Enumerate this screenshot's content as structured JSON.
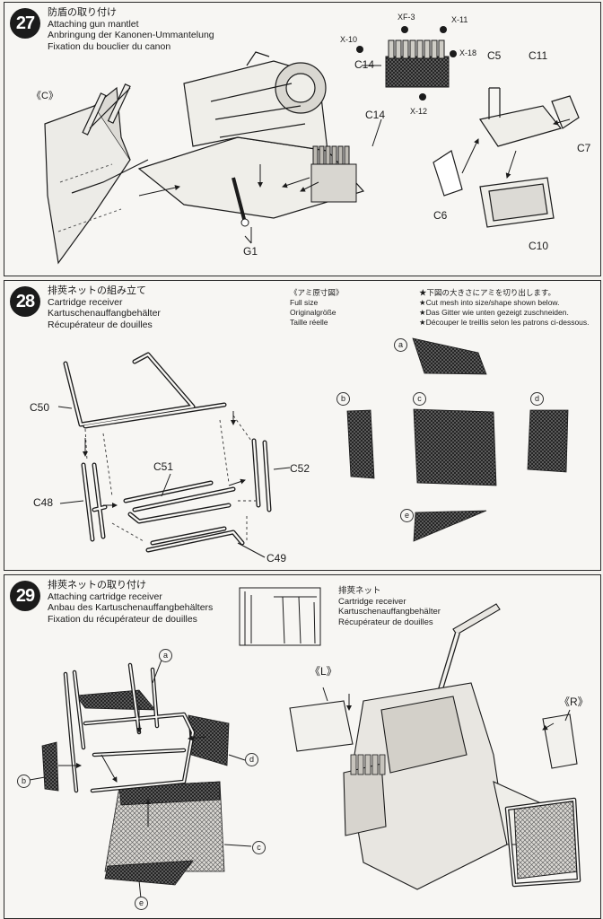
{
  "step27": {
    "number": "27",
    "title_jp": "防盾の取り付け",
    "title_en": "Attaching gun mantlet",
    "title_de": "Anbringung der Kanonen-Ummantelung",
    "title_fr": "Fixation du bouclier du canon",
    "labels": {
      "c": "《C》",
      "g1": "G1",
      "c14a": "C14",
      "c14b": "C14",
      "c5": "C5",
      "c11": "C11",
      "c7": "C7",
      "c6": "C6",
      "c10": "C10",
      "xf3": "XF-3",
      "x11": "X-11",
      "x10": "X-10",
      "x18": "X-18",
      "x12": "X-12"
    }
  },
  "step28": {
    "number": "28",
    "title_jp": "排莢ネットの組み立て",
    "title_en": "Cartridge receiver",
    "title_de": "Kartuschenauffangbehälter",
    "title_fr": "Récupérateur de douilles",
    "fullsize": {
      "jp": "《アミ原寸図》",
      "en": "Full size",
      "de": "Originalgröße",
      "fr": "Taille réelle"
    },
    "notes": [
      "★下図の大きさにアミを切り出します。",
      "★Cut mesh into size/shape shown below.",
      "★Das Gitter wie unten gezeigt zuschneiden.",
      "★Découper le treillis selon les patrons ci-dessous."
    ],
    "labels": {
      "c50": "C50",
      "c51": "C51",
      "c52": "C52",
      "c48": "C48",
      "c49": "C49"
    },
    "mesh_letters": [
      "a",
      "b",
      "c",
      "d",
      "e"
    ]
  },
  "step29": {
    "number": "29",
    "title_jp": "排莢ネットの取り付け",
    "title_en": "Attaching cartridge receiver",
    "title_de": "Anbau des Kartuschenauffangbehälters",
    "title_fr": "Fixation du récupérateur de douilles",
    "inset": {
      "jp": "排莢ネット",
      "en": "Cartridge receiver",
      "de": "Kartuschenauffangbehälter",
      "fr": "Récupérateur de douilles"
    },
    "labels": {
      "l": "《L》",
      "r": "《R》"
    },
    "mesh_letters": [
      "a",
      "b",
      "c",
      "d",
      "e"
    ]
  },
  "colors": {
    "ink": "#1b1b1b",
    "paper": "#f7f6f3",
    "mesh": "#1d1d1d"
  }
}
